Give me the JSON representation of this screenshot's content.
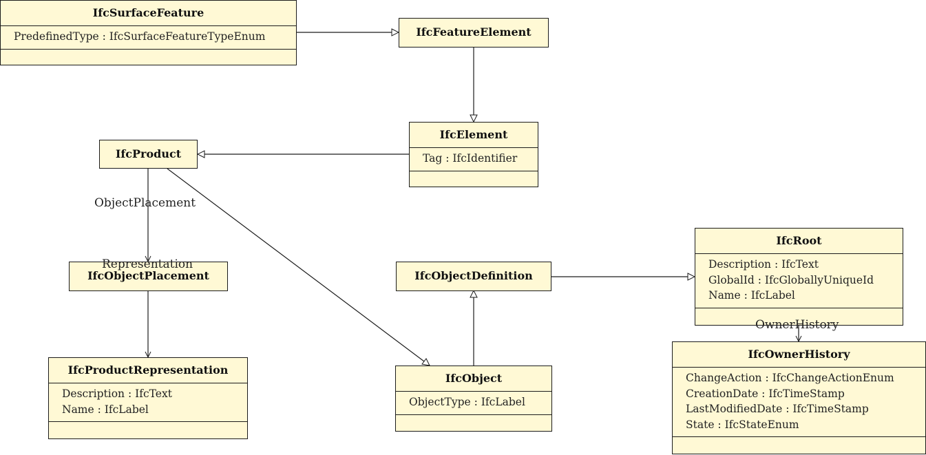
{
  "classes": {
    "ifc_surface_feature": {
      "name": "IfcSurfaceFeature",
      "attrs": [
        "PredefinedType : IfcSurfaceFeatureTypeEnum"
      ]
    },
    "ifc_feature_element": {
      "name": "IfcFeatureElement"
    },
    "ifc_element": {
      "name": "IfcElement",
      "attrs": [
        "Tag : IfcIdentifier"
      ]
    },
    "ifc_product": {
      "name": "IfcProduct"
    },
    "ifc_object_placement": {
      "name": "IfcObjectPlacement"
    },
    "ifc_object_definition": {
      "name": "IfcObjectDefinition"
    },
    "ifc_root": {
      "name": "IfcRoot",
      "attrs": [
        "Description : IfcText",
        "GlobalId : IfcGloballyUniqueId",
        "Name : IfcLabel"
      ]
    },
    "ifc_product_representation": {
      "name": "IfcProductRepresentation",
      "attrs": [
        "Description : IfcText",
        "Name : IfcLabel"
      ]
    },
    "ifc_object": {
      "name": "IfcObject",
      "attrs": [
        "ObjectType : IfcLabel"
      ]
    },
    "ifc_owner_history": {
      "name": "IfcOwnerHistory",
      "attrs": [
        "ChangeAction : IfcChangeActionEnum",
        "CreationDate : IfcTimeStamp",
        "LastModifiedDate : IfcTimeStamp",
        "State : IfcStateEnum"
      ]
    }
  },
  "associations": {
    "object_placement": "ObjectPlacement",
    "representation": "Representation",
    "owner_history": "OwnerHistory"
  },
  "colors": {
    "class_fill": "#fff9d5",
    "stroke": "#1a1a1a"
  }
}
